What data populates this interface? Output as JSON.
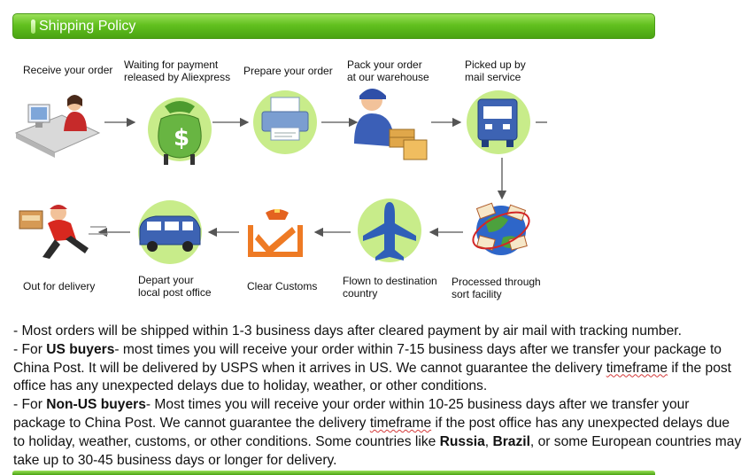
{
  "header": {
    "title": "Shipping Policy"
  },
  "colors": {
    "header_green": "#5bb81c",
    "circle_green": "#c8ec8a",
    "arrow": "#555555"
  },
  "steps": [
    {
      "label1": "Receive your order",
      "label2": "",
      "icon": "computer-person-icon"
    },
    {
      "label1": "Waiting for payment",
      "label2": "released by Aliexpress",
      "icon": "money-bag-icon"
    },
    {
      "label1": "Prepare your order",
      "label2": "",
      "icon": "printer-icon"
    },
    {
      "label1": "Pack your order",
      "label2": "at our warehouse",
      "icon": "packer-icon"
    },
    {
      "label1": "Picked up by",
      "label2": "mail service",
      "icon": "truck-icon"
    },
    {
      "label1": "Processed through",
      "label2": "sort facility",
      "icon": "globe-mail-icon"
    },
    {
      "label1": "Flown to destination",
      "label2": "country",
      "icon": "airplane-icon"
    },
    {
      "label1": "Clear Customs",
      "label2": "",
      "icon": "customs-icon"
    },
    {
      "label1": "Depart your",
      "label2": "local post office",
      "icon": "van-icon"
    },
    {
      "label1": "Out for delivery",
      "label2": "",
      "icon": "courier-icon"
    }
  ],
  "notes": {
    "line1": "- Most orders will be shipped within 1-3 business days after cleared payment by air mail with tracking number.",
    "us_prefix": "- For ",
    "us_bold": "US buyers",
    "us_text_a": "- most times you will receive your order within 7-15 business days after we transfer your package to China Post. It will be delivered by USPS when it arrives in US. We cannot guarantee the delivery ",
    "timeframe": "timeframe",
    "us_text_b": " if the post office has any unexpected delays due to holiday, weather, or other conditions.",
    "nonus_prefix": "- For ",
    "nonus_bold": "Non-US buyers",
    "nonus_text_a": "- Most times you will receive your order within 10-25 business days after we transfer your package to China Post. We cannot guarantee the delivery ",
    "nonus_text_b": " if the post office has any unexpected delays due to holiday, weather, customs, or other conditions. Some countries like ",
    "russia": "Russia",
    "comma1": ", ",
    "brazil": "Brazil",
    "nonus_text_c": ", or some European countries may take up to 30-45 business days or longer for delivery."
  }
}
